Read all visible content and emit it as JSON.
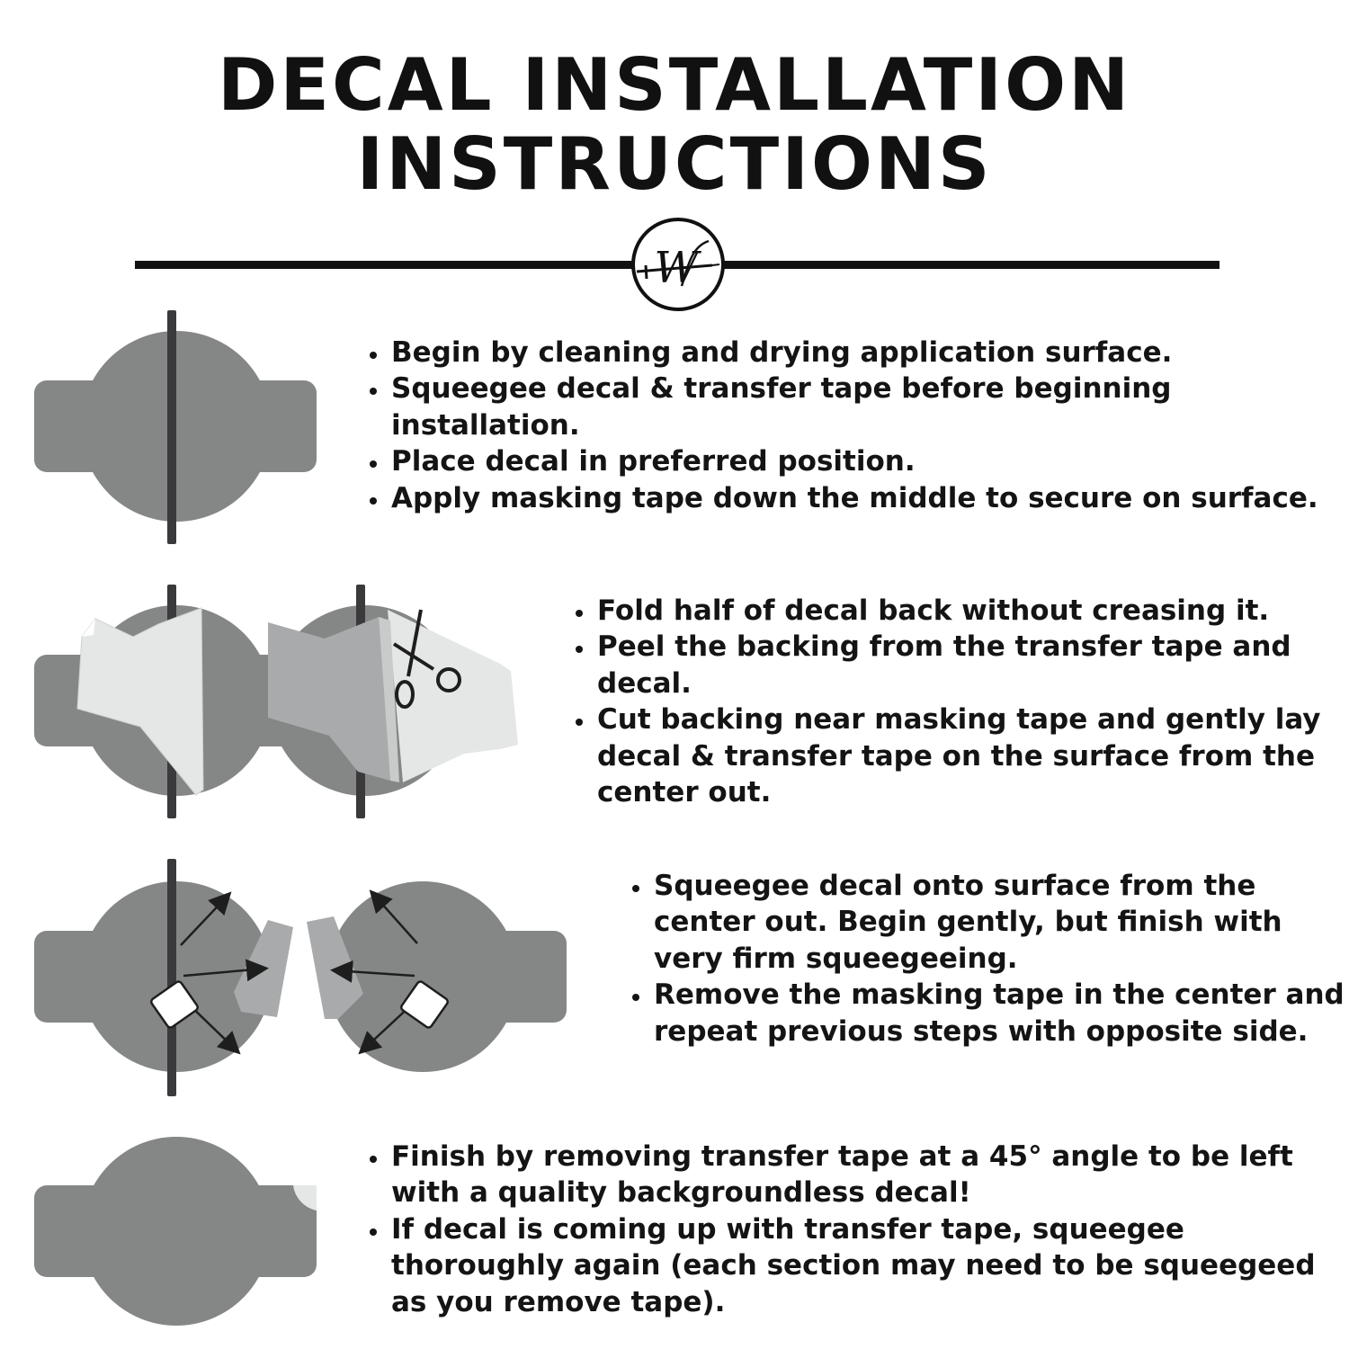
{
  "title": {
    "line1": "DECAL INSTALLATION",
    "line2": "INSTRUCTIONS"
  },
  "logo": {
    "letter": "W",
    "icon": "sword-w-logo"
  },
  "colors": {
    "decal": "#858686",
    "tape": "#3a3a3c",
    "transfer_tape_light": "#e5e6e6",
    "transfer_tape_mid": "#a9aaab",
    "text": "#141414"
  },
  "steps": [
    {
      "icon": "decal-with-masking-tape-icon",
      "items": [
        "Begin by cleaning and drying application surface.",
        "Squeegee decal & transfer tape before beginning installation.",
        "Place decal in preferred position.",
        "Apply masking tape down the middle to secure on surface."
      ]
    },
    {
      "icon": "fold-and-cut-backing-icon",
      "items": [
        "Fold half of decal back without creasing it.",
        "Peel the backing from the transfer tape and decal.",
        "Cut backing near masking tape and gently lay decal & transfer tape on the surface from the center out."
      ]
    },
    {
      "icon": "squeegee-decal-icon",
      "items": [
        "Squeegee decal onto surface from the center out. Begin gently, but finish with very firm squeegeeing.",
        "Remove the masking tape in the center and repeat previous steps with opposite side."
      ]
    },
    {
      "icon": "finished-decal-icon",
      "items": [
        "Finish by removing transfer tape at a 45° angle to be left with a quality backgroundless decal!",
        "If decal is coming up with transfer tape, squeegee thoroughly again (each section may need to be squeegeed as you remove tape)."
      ]
    }
  ]
}
